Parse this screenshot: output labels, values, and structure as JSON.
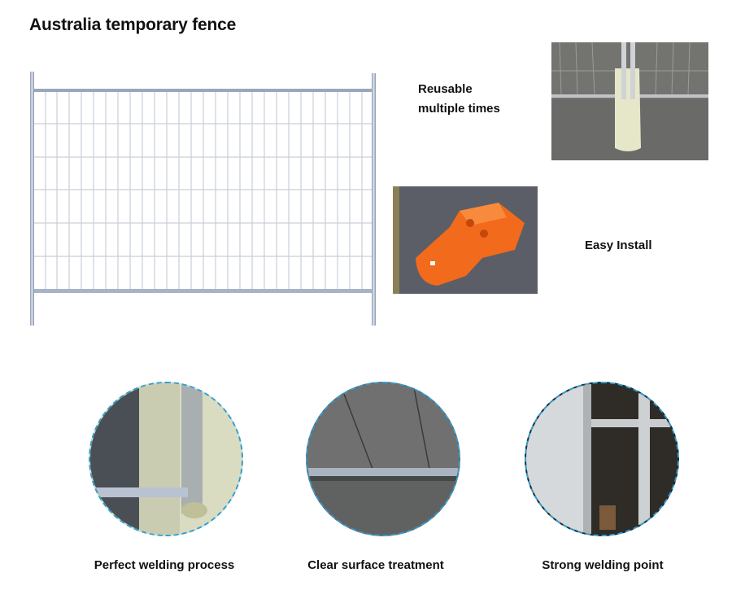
{
  "page": {
    "title": "Australia temporary fence"
  },
  "features": [
    {
      "label_line1": "Reusable",
      "label_line2": "multiple times",
      "image": "fence-base-on-concrete-photo"
    },
    {
      "label": "Easy Install",
      "image": "orange-fence-base-photo"
    }
  ],
  "details": [
    {
      "label": "Perfect welding process",
      "image": "welding-joint-closeup"
    },
    {
      "label": "Clear surface treatment",
      "image": "surface-rail-closeup"
    },
    {
      "label": "Strong welding point",
      "image": "weld-point-closeup"
    }
  ],
  "colors": {
    "accent_dashed_border": "#2a9fd8",
    "base_orange": "#f26a1b",
    "base_cream": "#e4e5c8",
    "concrete_gray": "#6e6e6c"
  }
}
